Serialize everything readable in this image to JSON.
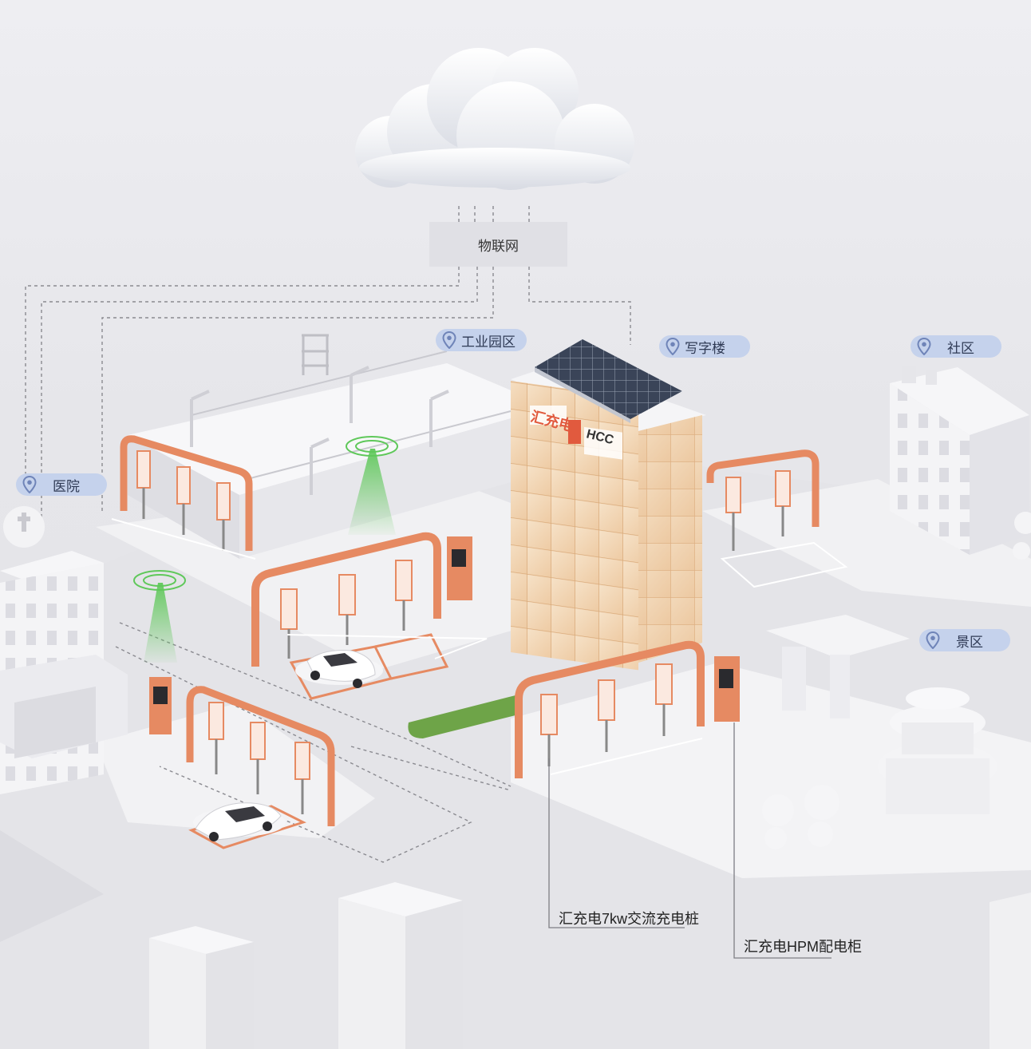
{
  "iot": {
    "label": "物联网"
  },
  "locations": {
    "industrial": "工业园区",
    "office": "写字楼",
    "community": "社区",
    "hospital": "医院",
    "scenic": "景区"
  },
  "building_sign": {
    "text": "汇充电",
    "brand": "HCC"
  },
  "callouts": {
    "ac_charger": "汇充电7kw交流充电桩",
    "hpm_cabinet": "汇充电HPM配电柜"
  },
  "colors": {
    "accent_orange": "#e68a62",
    "pin_blue": "#c5d2ec",
    "signal_green": "#5fc85a",
    "glass": "#f2d5b2",
    "dashed_line": "#8a8a90"
  }
}
